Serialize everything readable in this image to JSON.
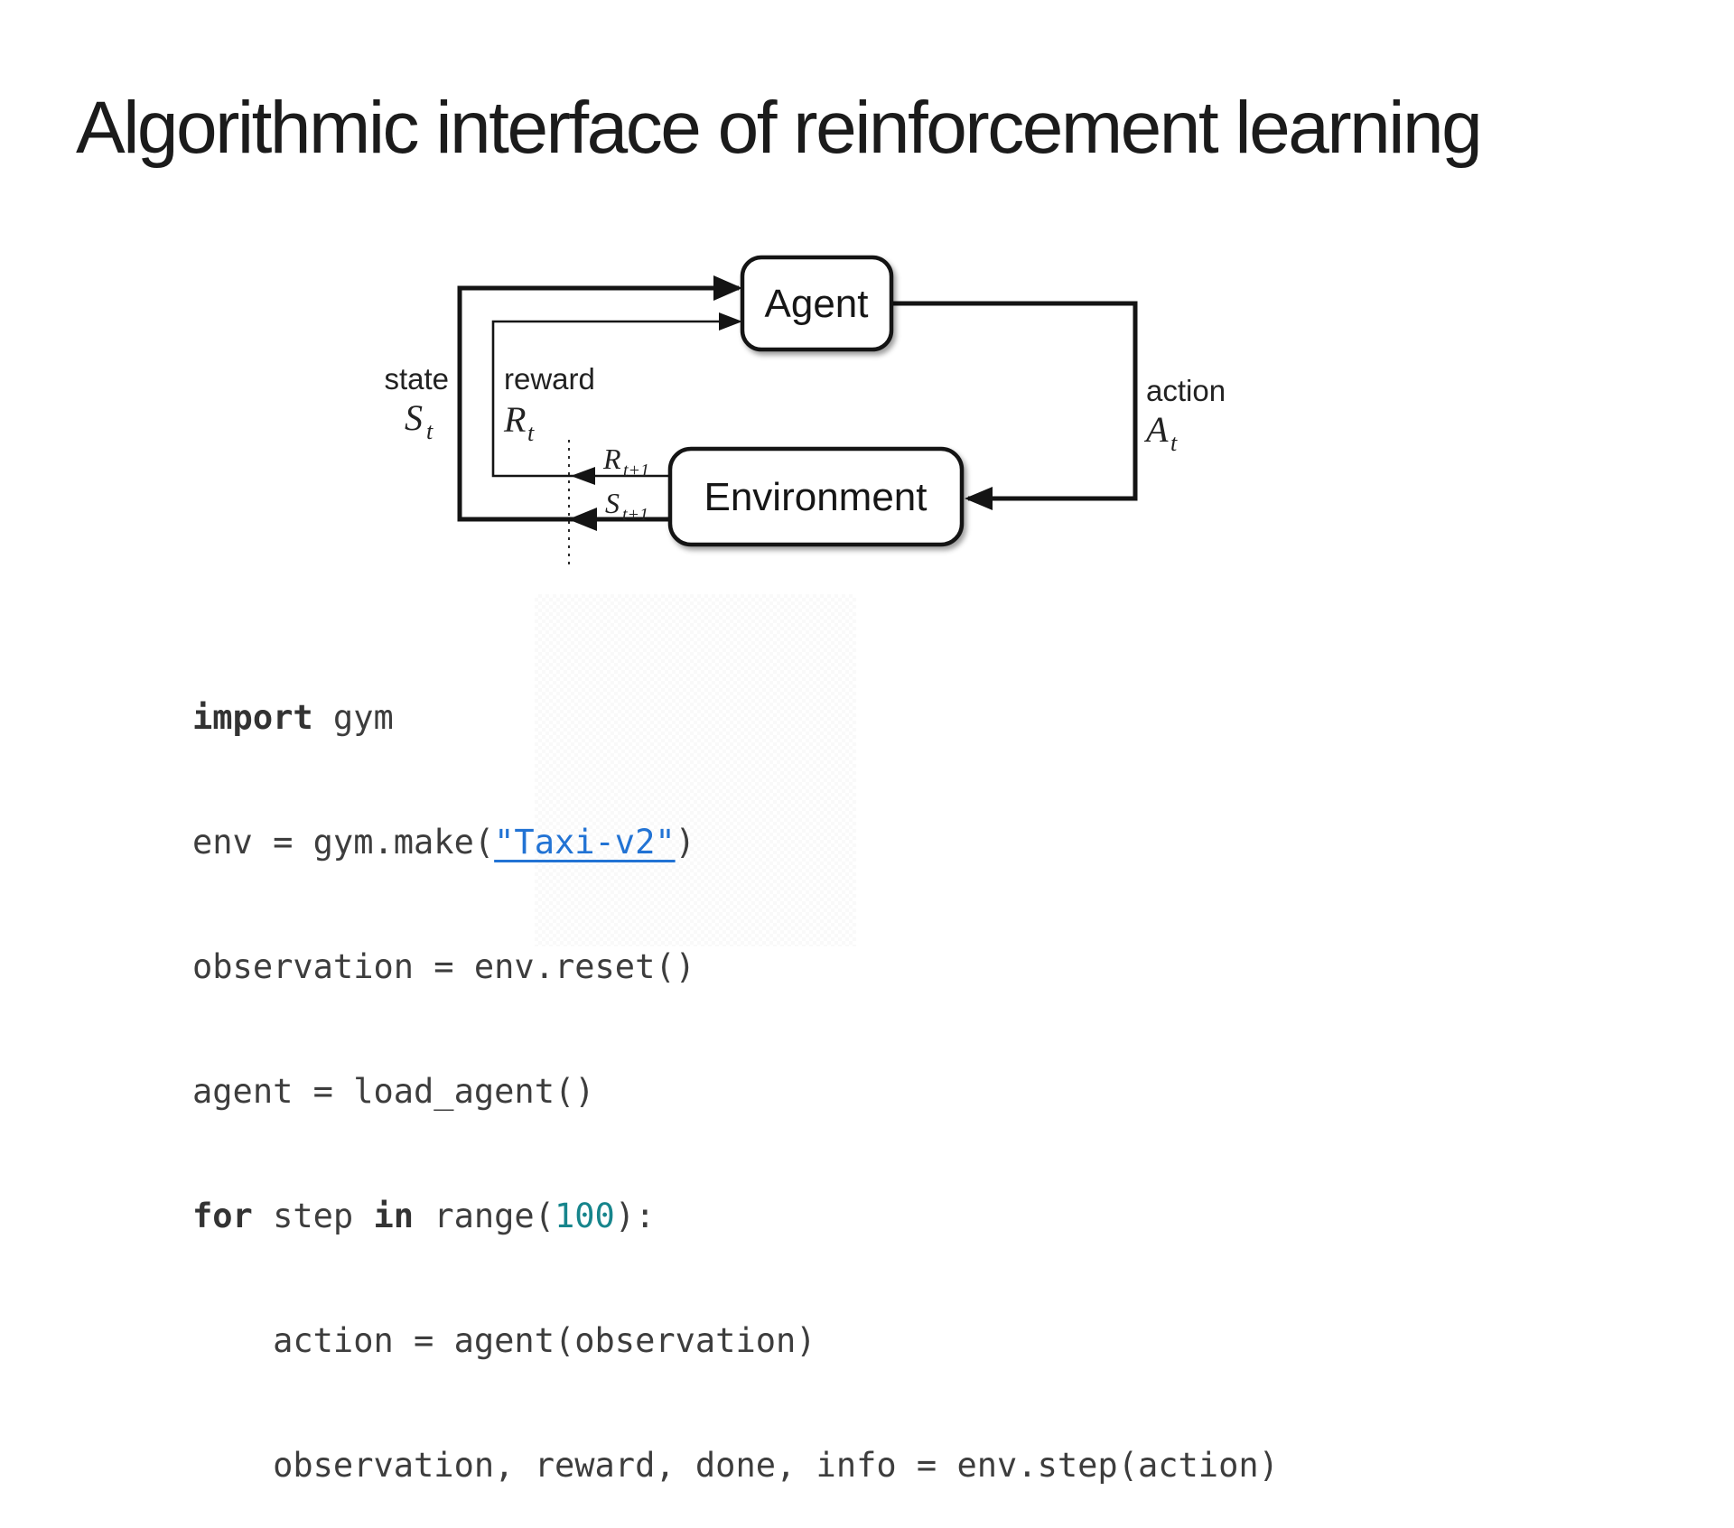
{
  "slide": {
    "title": "Algorithmic interface of reinforcement learning"
  },
  "diagram": {
    "agent_label": "Agent",
    "environment_label": "Environment",
    "state_label": "state",
    "state_symbol": {
      "base": "S",
      "sub": "t"
    },
    "reward_label": "reward",
    "reward_symbol": {
      "base": "R",
      "sub": "t"
    },
    "action_label": "action",
    "action_symbol": {
      "base": "A",
      "sub": "t"
    },
    "next_reward_symbol": {
      "base": "R",
      "sub": "t+1"
    },
    "next_state_symbol": {
      "base": "S",
      "sub": "t+1"
    }
  },
  "code": {
    "lines": [
      {
        "segments": [
          {
            "t": "import"
          },
          {
            "t": " gym"
          }
        ]
      },
      {
        "segments": [
          {
            "t": "env = gym.make("
          },
          {
            "t": "\"Taxi-v2\""
          },
          {
            "t": ")"
          }
        ]
      },
      {
        "segments": [
          {
            "t": "observation = env.reset()"
          }
        ]
      },
      {
        "segments": [
          {
            "t": "agent = load_agent()"
          }
        ]
      },
      {
        "segments": [
          {
            "t": "for"
          },
          {
            "t": " step "
          },
          {
            "t": "in"
          },
          {
            "t": " range("
          },
          {
            "t": "100"
          },
          {
            "t": "):"
          }
        ]
      },
      {
        "segments": [
          {
            "t": "    action = agent(observation)"
          }
        ]
      },
      {
        "segments": [
          {
            "t": "    observation, reward, done, info = env.step(action)"
          }
        ]
      }
    ]
  },
  "colors": {
    "link_blue": "#2273d4",
    "number_teal": "#17858c",
    "code_gray": "#3d3d3d",
    "ink_black": "#141414"
  }
}
